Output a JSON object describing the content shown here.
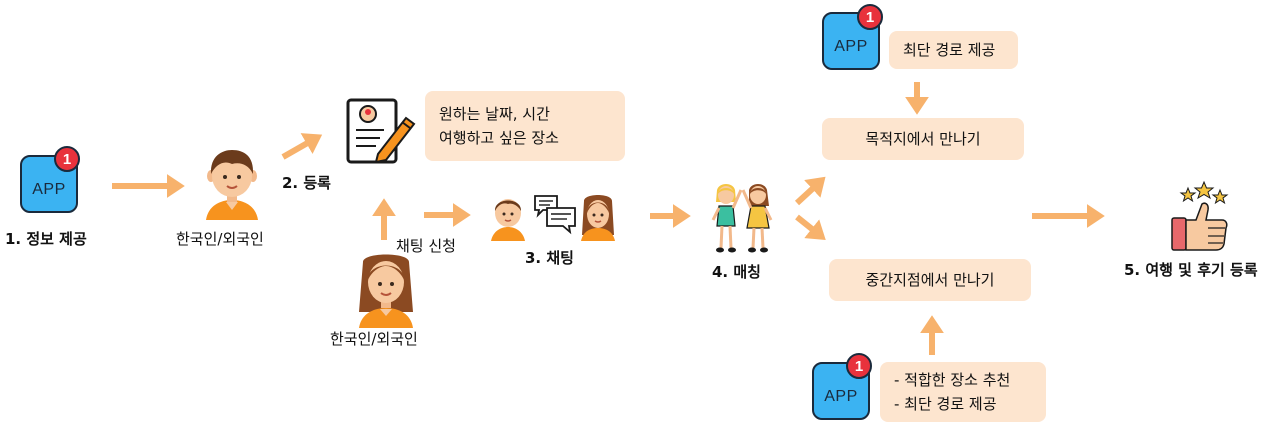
{
  "steps": {
    "step1": "1. 정보 제공",
    "step2": "2. 등록",
    "step3": "3. 채팅",
    "step4": "4. 매칭",
    "step5": "5. 여행 및 후기 등록"
  },
  "person_labels": {
    "left": "한국인/외국인",
    "bottom": "한국인/외국인"
  },
  "chat_request": "채팅 신청",
  "registration_box": [
    "원하는 날짜, 시간",
    "여행하고 싶은 장소"
  ],
  "meet_destination": "목적지에서 만나기",
  "meet_midpoint": "중간지점에서 만나기",
  "top_app_box": "최단 경로 제공",
  "bottom_app_box": [
    "- 적합한 장소 추천",
    "- 최단 경로 제공"
  ],
  "app": {
    "text": "APP",
    "badge": "1"
  },
  "colors": {
    "arrow": "#f7b26c",
    "box": "#fde5cf",
    "app_blue": "#3bb3f2",
    "badge_red": "#e8323c"
  }
}
